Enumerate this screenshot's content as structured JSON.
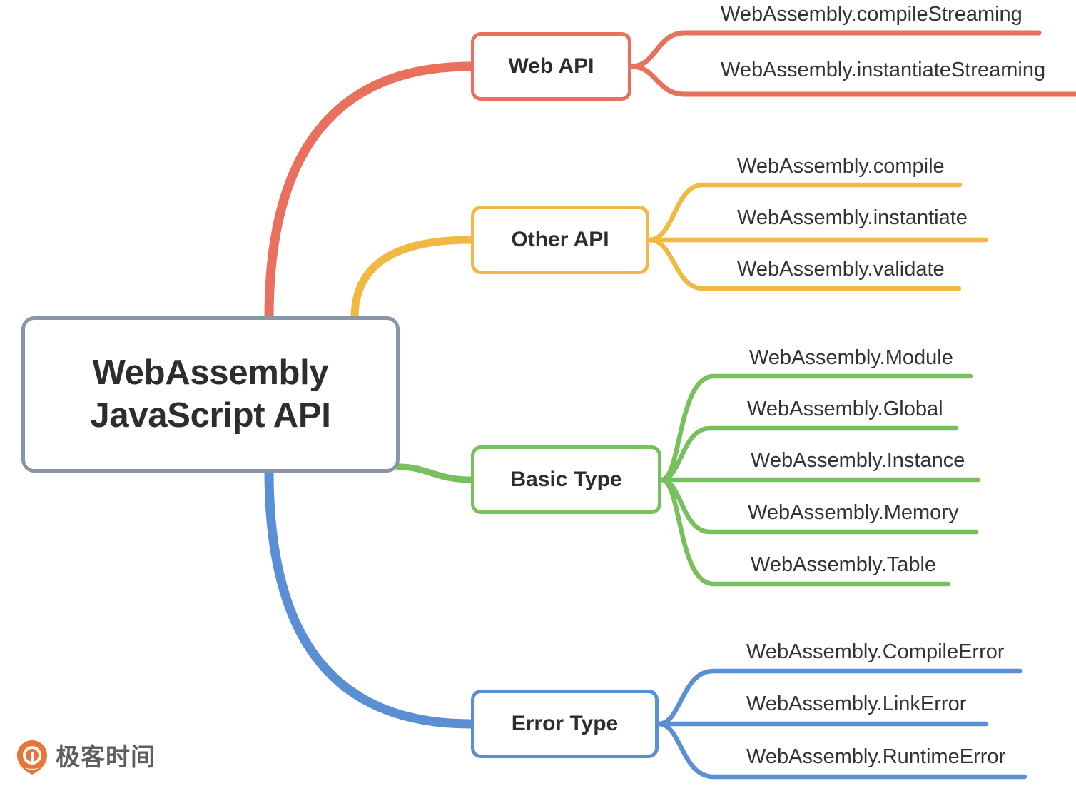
{
  "diagram": {
    "type": "mindmap",
    "root": {
      "label": "WebAssembly\nJavaScript API",
      "line1": "WebAssembly",
      "line2": "JavaScript API",
      "border_color": "#8a95a8"
    },
    "branches": [
      {
        "label": "Web API",
        "color": "#e8705c",
        "leaves": [
          "WebAssembly.compileStreaming",
          "WebAssembly.instantiateStreaming"
        ]
      },
      {
        "label": "Other API",
        "color": "#f2b942",
        "leaves": [
          "WebAssembly.compile",
          "WebAssembly.instantiate",
          "WebAssembly.validate"
        ]
      },
      {
        "label": "Basic Type",
        "color": "#78bf5e",
        "leaves": [
          "WebAssembly.Module",
          "WebAssembly.Global",
          "WebAssembly.Instance",
          "WebAssembly.Memory",
          "WebAssembly.Table"
        ]
      },
      {
        "label": "Error Type",
        "color": "#5b8fd4",
        "leaves": [
          "WebAssembly.CompileError",
          "WebAssembly.LinkError",
          "WebAssembly.RuntimeError"
        ]
      }
    ]
  },
  "watermark": {
    "text": "极客时间",
    "mark_color": "#e8743a",
    "text_color": "#5e5e5e",
    "icon": "geektime-pin-icon"
  }
}
